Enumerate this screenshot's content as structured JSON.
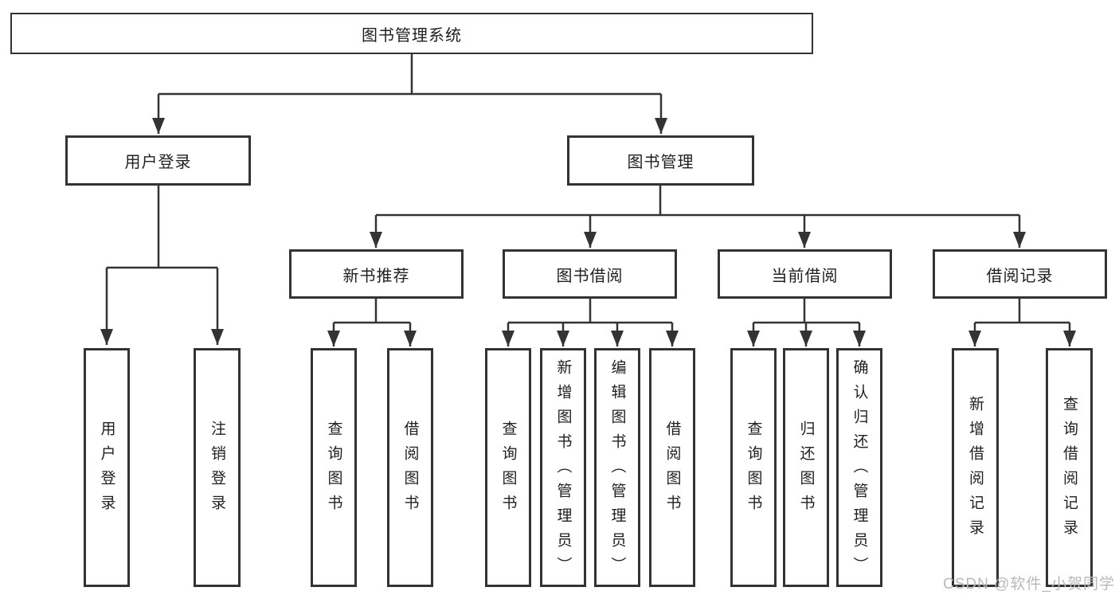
{
  "diagram_title": "图书管理系统",
  "tree": {
    "root": {
      "label": "图书管理系统"
    },
    "branches": [
      {
        "label": "用户登录",
        "children": [
          {
            "label": "用户登录"
          },
          {
            "label": "注销登录"
          }
        ]
      },
      {
        "label": "图书管理",
        "children": [
          {
            "label": "新书推荐",
            "children": [
              {
                "label": "查询图书"
              },
              {
                "label": "借阅图书"
              }
            ]
          },
          {
            "label": "图书借阅",
            "children": [
              {
                "label": "查询图书"
              },
              {
                "label": "新增图书（管理员）"
              },
              {
                "label": "编辑图书（管理员）"
              },
              {
                "label": "借阅图书"
              }
            ]
          },
          {
            "label": "当前借阅",
            "children": [
              {
                "label": "查询图书"
              },
              {
                "label": "归还图书"
              },
              {
                "label": "确认归还（管理员）"
              }
            ]
          },
          {
            "label": "借阅记录",
            "children": [
              {
                "label": "新增借阅记录"
              },
              {
                "label": "查询借阅记录"
              }
            ]
          }
        ]
      }
    ]
  },
  "colors": {
    "line": "#333333",
    "text": "#1f1f1f",
    "background": "#ffffff",
    "watermark": "#b9b9b9"
  },
  "watermark": "CSDN @软件_小贺同学"
}
